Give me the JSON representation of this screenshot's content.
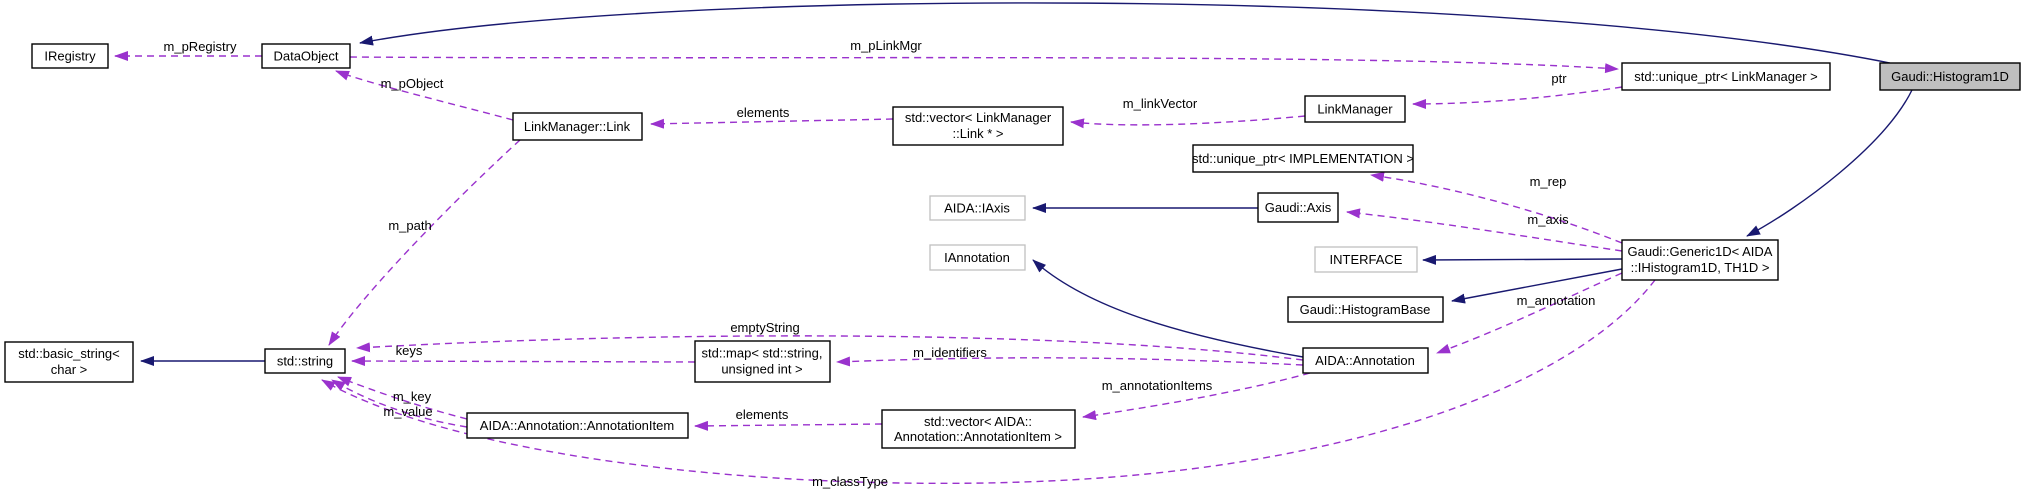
{
  "diagram": {
    "type": "doxygen-collaboration-graph",
    "focus_class": "Gaudi::Histogram1D",
    "colors": {
      "background": "#ffffff",
      "inheritance_edge": "#191970",
      "usage_edge": "#9a32cd",
      "node_fill": "#ffffff",
      "node_border": "#000000",
      "external_node_border": "#c0c0c0",
      "focus_node_fill": "#bfbfbf",
      "text": "#000000"
    },
    "nodes": [
      {
        "id": "iregistry",
        "lines": [
          "IRegistry"
        ],
        "style": "normal"
      },
      {
        "id": "dataobject",
        "lines": [
          "DataObject"
        ],
        "style": "normal"
      },
      {
        "id": "linkmanager-link",
        "lines": [
          "LinkManager::Link"
        ],
        "style": "normal"
      },
      {
        "id": "vector-link",
        "lines": [
          "std::vector< LinkManager",
          "::Link * >"
        ],
        "style": "normal"
      },
      {
        "id": "linkmanager",
        "lines": [
          "LinkManager"
        ],
        "style": "normal"
      },
      {
        "id": "unique-ptr-linkmanager",
        "lines": [
          "std::unique_ptr< LinkManager >"
        ],
        "style": "normal"
      },
      {
        "id": "gaudi-histogram1d",
        "lines": [
          "Gaudi::Histogram1D"
        ],
        "style": "focus"
      },
      {
        "id": "unique-ptr-implementation",
        "lines": [
          "std::unique_ptr< IMPLEMENTATION >"
        ],
        "style": "normal"
      },
      {
        "id": "aida-iaxis",
        "lines": [
          "AIDA::IAxis"
        ],
        "style": "external"
      },
      {
        "id": "gaudi-axis",
        "lines": [
          "Gaudi::Axis"
        ],
        "style": "normal"
      },
      {
        "id": "iannotation",
        "lines": [
          "IAnnotation"
        ],
        "style": "external"
      },
      {
        "id": "interface",
        "lines": [
          "INTERFACE"
        ],
        "style": "external"
      },
      {
        "id": "gaudi-histogrambase",
        "lines": [
          "Gaudi::HistogramBase"
        ],
        "style": "normal"
      },
      {
        "id": "gaudi-generic1d",
        "lines": [
          "Gaudi::Generic1D< AIDA",
          "::IHistogram1D, TH1D >"
        ],
        "style": "normal"
      },
      {
        "id": "basic-string",
        "lines": [
          "std::basic_string<",
          "char >"
        ],
        "style": "normal"
      },
      {
        "id": "std-string",
        "lines": [
          "std::string"
        ],
        "style": "normal"
      },
      {
        "id": "std-map",
        "lines": [
          "std::map< std::string,",
          "unsigned int >"
        ],
        "style": "normal"
      },
      {
        "id": "aida-annotation",
        "lines": [
          "AIDA::Annotation"
        ],
        "style": "normal"
      },
      {
        "id": "annotation-item",
        "lines": [
          "AIDA::Annotation::AnnotationItem"
        ],
        "style": "normal"
      },
      {
        "id": "vector-annotation-item",
        "lines": [
          "std::vector< AIDA::",
          "Annotation::AnnotationItem >"
        ],
        "style": "normal"
      }
    ],
    "edges": [
      {
        "from": "gaudi-histogram1d",
        "to": "dataobject",
        "kind": "inheritance",
        "label": ""
      },
      {
        "from": "gaudi-histogram1d",
        "to": "gaudi-generic1d",
        "kind": "inheritance",
        "label": ""
      },
      {
        "from": "gaudi-generic1d",
        "to": "interface",
        "kind": "inheritance",
        "label": ""
      },
      {
        "from": "gaudi-generic1d",
        "to": "gaudi-histogrambase",
        "kind": "inheritance",
        "label": ""
      },
      {
        "from": "gaudi-axis",
        "to": "aida-iaxis",
        "kind": "inheritance",
        "label": ""
      },
      {
        "from": "aida-annotation",
        "to": "iannotation",
        "kind": "inheritance",
        "label": ""
      },
      {
        "from": "std-string",
        "to": "basic-string",
        "kind": "inheritance",
        "label": ""
      },
      {
        "from": "dataobject",
        "to": "iregistry",
        "kind": "usage",
        "label": "m_pRegistry"
      },
      {
        "from": "linkmanager-link",
        "to": "dataobject",
        "kind": "usage",
        "label": "m_pObject"
      },
      {
        "from": "vector-link",
        "to": "linkmanager-link",
        "kind": "usage",
        "label": "elements"
      },
      {
        "from": "linkmanager",
        "to": "vector-link",
        "kind": "usage",
        "label": "m_linkVector"
      },
      {
        "from": "unique-ptr-linkmanager",
        "to": "linkmanager",
        "kind": "usage",
        "label": "ptr"
      },
      {
        "from": "dataobject",
        "to": "unique-ptr-linkmanager",
        "kind": "usage",
        "label": "m_pLinkMgr"
      },
      {
        "from": "gaudi-generic1d",
        "to": "unique-ptr-implementation",
        "kind": "usage",
        "label": "m_rep"
      },
      {
        "from": "gaudi-generic1d",
        "to": "gaudi-axis",
        "kind": "usage",
        "label": "m_axis"
      },
      {
        "from": "gaudi-generic1d",
        "to": "aida-annotation",
        "kind": "usage",
        "label": "m_annotation"
      },
      {
        "from": "linkmanager-link",
        "to": "std-string",
        "kind": "usage",
        "label": "m_path"
      },
      {
        "from": "aida-annotation",
        "to": "std-string",
        "kind": "usage",
        "label": "emptyString"
      },
      {
        "from": "std-map",
        "to": "std-string",
        "kind": "usage",
        "label": "keys"
      },
      {
        "from": "aida-annotation",
        "to": "std-map",
        "kind": "usage",
        "label": "m_identifiers"
      },
      {
        "from": "annotation-item",
        "to": "std-string",
        "kind": "usage",
        "label": "m_key"
      },
      {
        "from": "annotation-item",
        "to": "std-string",
        "kind": "usage",
        "label": "m_value"
      },
      {
        "from": "vector-annotation-item",
        "to": "annotation-item",
        "kind": "usage",
        "label": "elements"
      },
      {
        "from": "aida-annotation",
        "to": "vector-annotation-item",
        "kind": "usage",
        "label": "m_annotationItems"
      },
      {
        "from": "gaudi-generic1d",
        "to": "std-string",
        "kind": "usage",
        "label": "m_classType"
      }
    ]
  }
}
